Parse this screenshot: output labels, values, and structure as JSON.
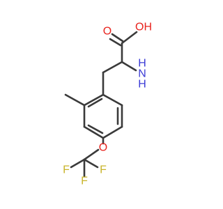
{
  "molecule": {
    "labels": {
      "oxygen_carbonyl": {
        "text": "O",
        "color": "#e8231e"
      },
      "hydroxyl": {
        "text": "OH",
        "color": "#e8231e"
      },
      "amino_n": {
        "text": "N",
        "color": "#3b3bd6"
      },
      "amino_h": {
        "text": "H",
        "color": "#3b3bd6"
      },
      "amino_h2": {
        "text": "H",
        "color": "#3b3bd6"
      },
      "ether_o": {
        "text": "O",
        "color": "#e8231e"
      },
      "fluorine_left": {
        "text": "F",
        "color": "#c8b42a"
      },
      "fluorine_right": {
        "text": "F",
        "color": "#c8b42a"
      },
      "fluorine_bottom": {
        "text": "F",
        "color": "#c8b42a"
      }
    },
    "bond_color": "#3a3a3a"
  }
}
